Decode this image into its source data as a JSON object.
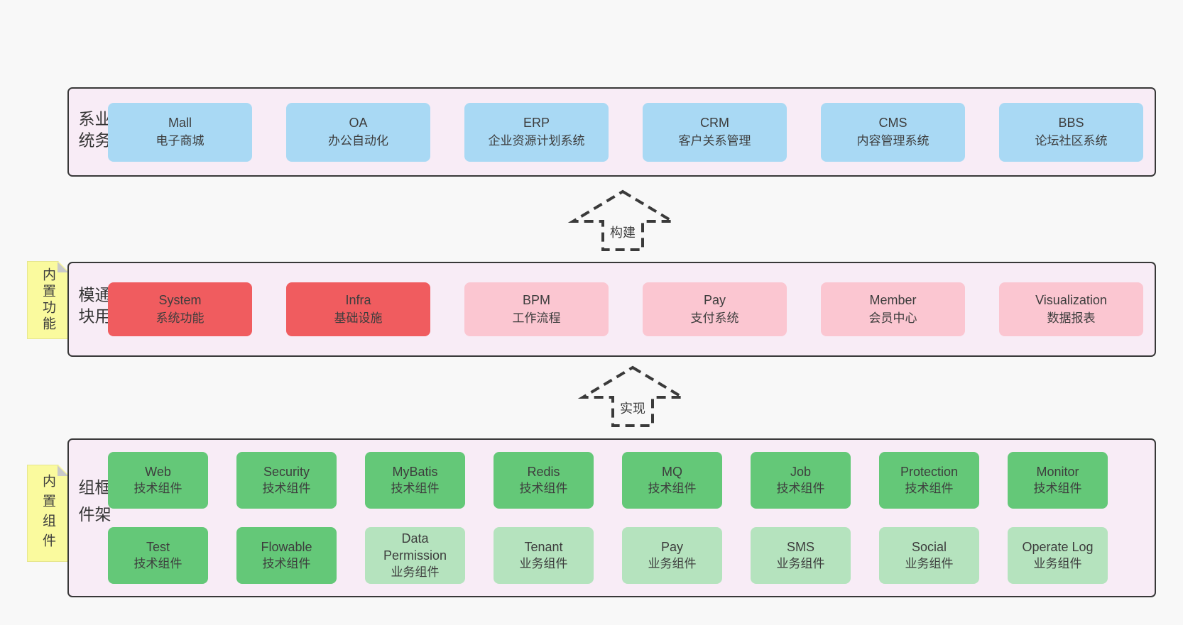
{
  "colors": {
    "page_bg": "#f8f8f8",
    "panel_bg": "#f8ecf6",
    "panel_border": "#383838",
    "blue_box": "#a9d9f4",
    "red_box": "#f05c5f",
    "pink_box": "#fbc6d1",
    "green_dark_box": "#64c878",
    "green_light_box": "#b5e3be",
    "sticky_yellow": "#fafa9e",
    "fold_gray": "#c9c9c9",
    "text": "#3d3d3d"
  },
  "arrows": [
    {
      "label": "构建"
    },
    {
      "label": "实现"
    }
  ],
  "layers": [
    {
      "side_label": "业务系统",
      "rows": [
        [
          {
            "en": "Mall",
            "zh": "电子商城"
          },
          {
            "en": "OA",
            "zh": "办公自动化"
          },
          {
            "en": "ERP",
            "zh": "企业资源计划系统"
          },
          {
            "en": "CRM",
            "zh": "客户关系管理"
          },
          {
            "en": "CMS",
            "zh": "内容管理系统"
          },
          {
            "en": "BBS",
            "zh": "论坛社区系统"
          }
        ]
      ]
    },
    {
      "side_label": "通用模块",
      "sticky": "内置功能",
      "rows": [
        [
          {
            "en": "System",
            "zh": "系统功能"
          },
          {
            "en": "Infra",
            "zh": "基础设施"
          },
          {
            "en": "BPM",
            "zh": "工作流程"
          },
          {
            "en": "Pay",
            "zh": "支付系统"
          },
          {
            "en": "Member",
            "zh": "会员中心"
          },
          {
            "en": "Visualization",
            "zh": "数据报表"
          }
        ]
      ]
    },
    {
      "side_label": "框架组件",
      "sticky": "内置组件",
      "rows": [
        [
          {
            "en": "Web",
            "zh": "技术组件"
          },
          {
            "en": "Security",
            "zh": "技术组件"
          },
          {
            "en": "MyBatis",
            "zh": "技术组件"
          },
          {
            "en": "Redis",
            "zh": "技术组件"
          },
          {
            "en": "MQ",
            "zh": "技术组件"
          },
          {
            "en": "Job",
            "zh": "技术组件"
          },
          {
            "en": "Protection",
            "zh": "技术组件"
          },
          {
            "en": "Monitor",
            "zh": "技术组件"
          }
        ],
        [
          {
            "en": "Test",
            "zh": "技术组件"
          },
          {
            "en": "Flowable",
            "zh": "技术组件"
          },
          {
            "en": "Data Permission",
            "zh": "业务组件"
          },
          {
            "en": "Tenant",
            "zh": "业务组件"
          },
          {
            "en": "Pay",
            "zh": "业务组件"
          },
          {
            "en": "SMS",
            "zh": "业务组件"
          },
          {
            "en": "Social",
            "zh": "业务组件"
          },
          {
            "en": "Operate Log",
            "zh": "业务组件"
          }
        ]
      ]
    }
  ]
}
